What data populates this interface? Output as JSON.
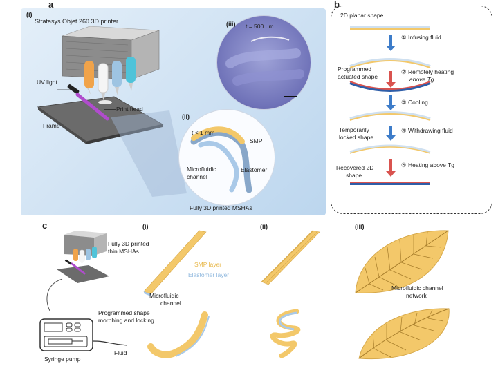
{
  "panels": {
    "a": "a",
    "b": "b",
    "c": "c"
  },
  "panel_a": {
    "sub_i": "(i)",
    "printer_name": "Stratasys Objet 260 3D printer",
    "uv_light": "UV light",
    "print_head": "Print head",
    "frame": "Frame",
    "sub_ii": "(ii)",
    "thickness": "t < 1 mm",
    "smp": "SMP",
    "microfluidic_1": "Microfluidic",
    "microfluidic_2": "channel",
    "elastomer": "Elastomer",
    "fully_printed": "Fully 3D printed MSHAs",
    "sub_iii": "(iii)",
    "t500": "t = 500 μm"
  },
  "panel_b": {
    "planar": "2D planar shape",
    "step1": "① Infusing fluid",
    "programmed_1": "Programmed",
    "programmed_2": "actuated shape",
    "step2_1": "② Remotely heating",
    "step2_2": "above Tg",
    "step3": "③ Cooling",
    "temp_1": "Temporarily",
    "temp_2": "locked shape",
    "step4": "④ Withdrawing fluid",
    "recovered_1": "Recovered 2D",
    "recovered_2": "shape",
    "step5": "⑤ Heating above Tg"
  },
  "panel_c": {
    "fully_1": "Fully 3D printed",
    "fully_2": "thin MSHAs",
    "sub_i": "(i)",
    "sub_ii": "(ii)",
    "sub_iii": "(iii)",
    "smp_layer": "SMP layer",
    "elastomer_layer": "Elastomer layer",
    "micro_1": "Microfluidic",
    "micro_2": "channel",
    "network_1": "Microfluidic channel",
    "network_2": "network",
    "programmed_1": "Programmed shape",
    "programmed_2": "morphing and locking",
    "syringe": "Syringe pump",
    "fluid": "Fluid"
  },
  "colors": {
    "panel_a_bg": "#cfe2f3",
    "smp_yellow": "#f3c86a",
    "elastomer_blue": "#a9c9e8",
    "heated_red": "#d9534f",
    "arrow_blue": "#3d7cc9",
    "arrow_red": "#d9534f",
    "glove_purple": "#7b7fc4",
    "uv_purple": "#a040c0"
  }
}
